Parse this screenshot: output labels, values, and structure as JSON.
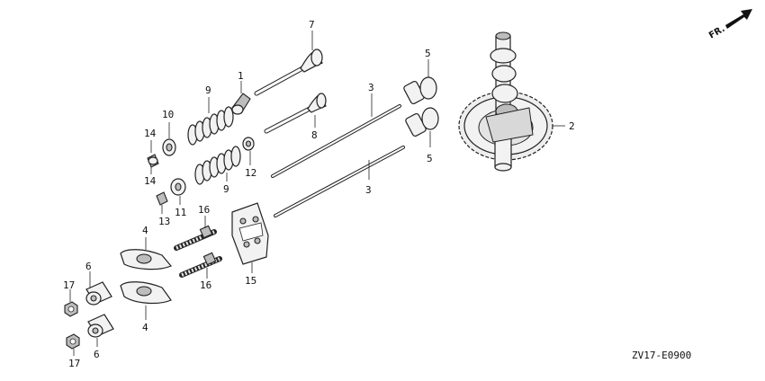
{
  "diagram": {
    "direction_label": "FR.",
    "code": "ZV17-E0900",
    "callouts": {
      "c1": "1",
      "c2": "2",
      "c3a": "3",
      "c3b": "3",
      "c4a": "4",
      "c4b": "4",
      "c5a": "5",
      "c5b": "5",
      "c6a": "6",
      "c6b": "6",
      "c7": "7",
      "c8": "8",
      "c9a": "9",
      "c9b": "9",
      "c10": "10",
      "c11": "11",
      "c12": "12",
      "c13": "13",
      "c14a": "14",
      "c14b": "14",
      "c15": "15",
      "c16a": "16",
      "c16b": "16",
      "c17a": "17",
      "c17b": "17"
    }
  }
}
